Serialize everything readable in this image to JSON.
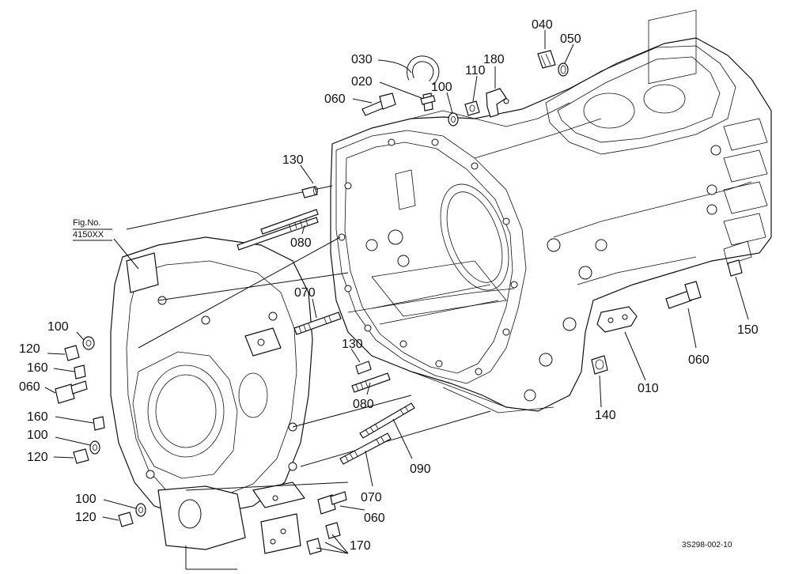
{
  "fig_ref": {
    "line1": "Fig.No.",
    "line2": "4150XX"
  },
  "drawing_id": "3S298-002-10",
  "callouts": {
    "c010": "010",
    "c020": "020",
    "c030": "030",
    "c040": "040",
    "c050": "050",
    "c060_top": "060",
    "c060_right": "060",
    "c060_left": "060",
    "c060_bottom": "060",
    "c070_mid": "070",
    "c070_bottom": "070",
    "c080_top": "080",
    "c080_mid": "080",
    "c090": "090",
    "c100_top": "100",
    "c100_left1": "100",
    "c100_left2": "100",
    "c100_left3": "100",
    "c110": "110",
    "c120_left1": "120",
    "c120_left2": "120",
    "c120_left3": "120",
    "c130_top": "130",
    "c130_mid": "130",
    "c140": "140",
    "c150": "150",
    "c160_left1": "160",
    "c160_left2": "160",
    "c170": "170",
    "c180": "180"
  }
}
